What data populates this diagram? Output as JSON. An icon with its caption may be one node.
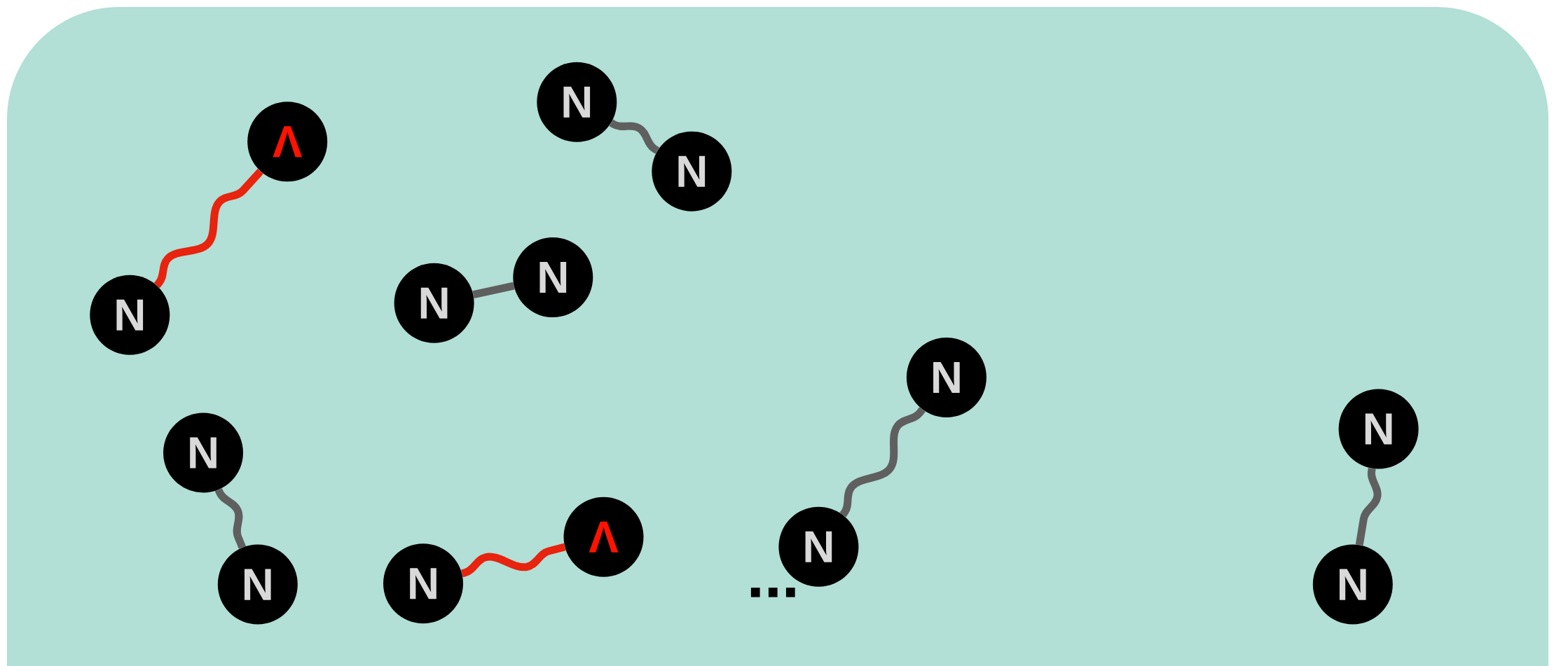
{
  "diagram": {
    "nodes": [
      {
        "text": [
          "N"
        ]
      },
      {
        "text": [
          "Λ"
        ]
      },
      {
        "text": [
          "N"
        ]
      },
      {
        "text": [
          "N"
        ]
      },
      {
        "text": [
          "N"
        ]
      },
      {
        "text": [
          "N"
        ]
      },
      {
        "text": [
          "N"
        ]
      },
      {
        "text": [
          "Λ"
        ]
      },
      {
        "text": [
          "N"
        ]
      },
      {
        "text": [
          "N"
        ]
      },
      {
        "text": [
          "N"
        ]
      },
      {
        "text": [
          "N"
        ]
      },
      {
        "text": [
          "N"
        ]
      },
      {
        "text": [
          "N"
        ]
      }
    ],
    "edges": [
      {
        "from": 0,
        "to": 1,
        "arrow": "none",
        "color": "#e8230e"
      },
      {
        "from": 2,
        "to": 3,
        "arrow": "none"
      },
      {
        "from": 4,
        "to": 5,
        "arrow": "none"
      },
      {
        "from": 6,
        "to": 7,
        "arrow": "none",
        "color": "#e8230e"
      },
      {
        "from": 8,
        "to": 9,
        "arrow": "none"
      },
      {
        "from": 10,
        "to": 11,
        "arrow": "none"
      },
      {
        "from": 12,
        "to": 13,
        "arrow": "none"
      }
    ],
    "labels": [
      "..."
    ]
  }
}
